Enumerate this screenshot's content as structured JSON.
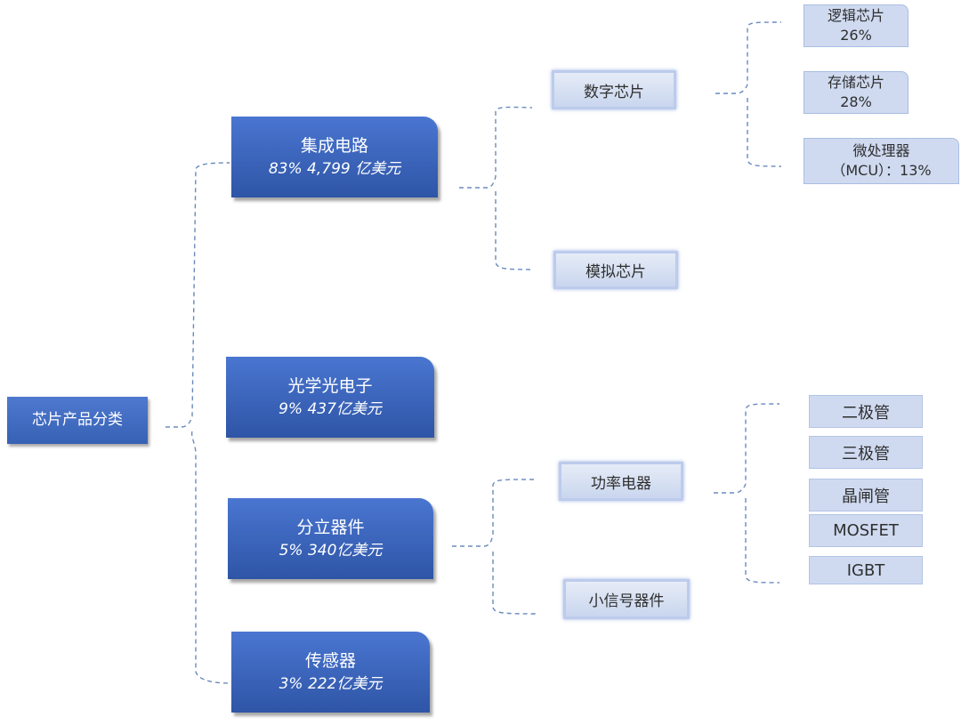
{
  "root": {
    "label": "芯片产品分类"
  },
  "categories": [
    {
      "label": "集成电路",
      "detail": "83% 4,799 亿美元"
    },
    {
      "label": "光学光电子",
      "detail": "9%  437亿美元"
    },
    {
      "label": "分立器件",
      "detail": "5% 340亿美元"
    },
    {
      "label": "传感器",
      "detail": "3% 222亿美元"
    }
  ],
  "ic_sub": {
    "digital": "数字芯片",
    "analog": "模拟芯片"
  },
  "digital_sub": [
    {
      "line1": "逻辑芯片",
      "line2": "26%"
    },
    {
      "line1": "存储芯片",
      "line2": "28%"
    },
    {
      "line1": "微处理器",
      "line2": "（MCU）：13%"
    }
  ],
  "discrete_sub": {
    "power": "功率电器",
    "small_signal": "小信号器件"
  },
  "power_sub": [
    "二极管",
    "三极管",
    "晶闸管",
    "MOSFET",
    "IGBT"
  ]
}
